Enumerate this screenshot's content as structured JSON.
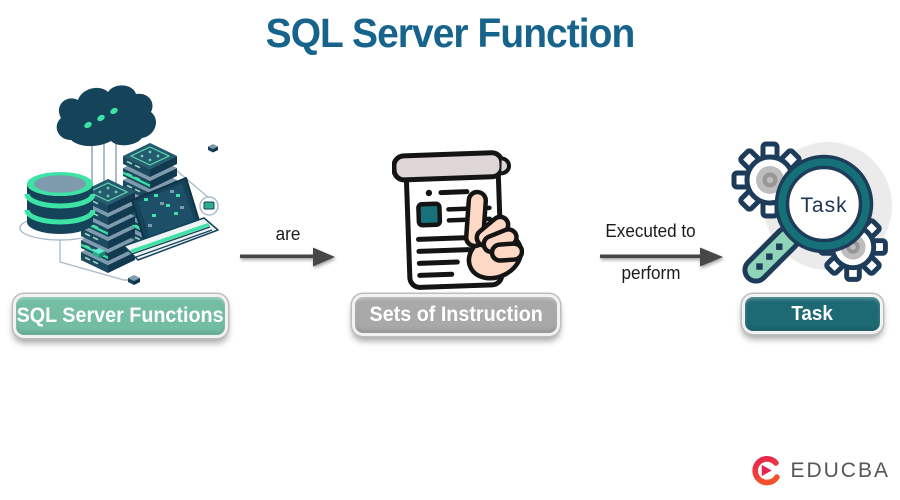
{
  "title": "SQL Server Function",
  "flow": {
    "nodes": [
      {
        "label": "SQL Server Functions",
        "color": "#73bda3",
        "icon": "cloud-database-servers-illustration"
      },
      {
        "label": "Sets of Instruction",
        "color": "#a9a9a9",
        "icon": "instruction-sheet-pointing-hand-illustration"
      },
      {
        "label": "Task",
        "color": "#1e6a74",
        "icon": "magnifier-gears-illustration"
      }
    ],
    "arrows": [
      {
        "label": "are"
      },
      {
        "label_top": "Executed to",
        "label_bottom": "perform"
      }
    ],
    "magnifier_label": "Task"
  },
  "branding": {
    "logo_text": "EDUCBA",
    "logo_icon": "educba-swirl-play-icon",
    "logo_gradient_start": "#e5234f",
    "logo_gradient_end": "#f4512c",
    "logo_text_color": "#55565a"
  },
  "colors": {
    "title": "#16638b",
    "arrow": "#474747",
    "illustration_navy": "#14435a",
    "illustration_slate": "#7e9aad",
    "illustration_green": "#36e2a2",
    "magnifier_ring_teal": "#157078",
    "gear_outline_navy": "#1d3c5a",
    "hand_skin": "#fdd8c5",
    "document_band_gray": "#ded6d6",
    "instruction_square_teal": "#16717b"
  }
}
